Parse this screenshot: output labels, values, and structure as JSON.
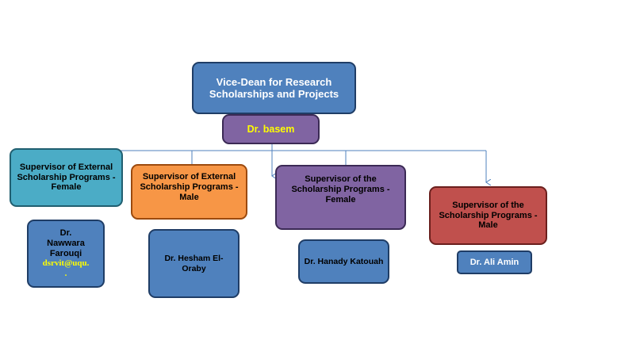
{
  "org_chart": {
    "vice_dean": {
      "title": "Vice-Dean for Research Scholarships and Projects",
      "name": "Dr. basem"
    },
    "supervisors": [
      {
        "title": "Supervisor of External Scholarship Programs - Female",
        "name_line1": "Dr.",
        "name_line2": "Nawwara",
        "name_line3": "Farouqi",
        "email_line1": "dsrvit@uqu.",
        "email_line2": "."
      },
      {
        "title": "Supervisor of External Scholarship Programs - Male",
        "name": "Dr. Hesham El-Oraby"
      },
      {
        "title": "Supervisor of the Scholarship Programs - Female",
        "name": "Dr. Hanady Katouah"
      },
      {
        "title": "Supervisor of the Scholarship Programs - Male",
        "name": "Dr. Ali Amin"
      }
    ]
  },
  "colors": {
    "top": "#4f81bd",
    "vice_dean_name": "#8064a2",
    "ext_female": "#4bacc6",
    "ext_male": "#f79646",
    "sch_female": "#8064a2",
    "sch_male": "#c0504d",
    "names": "#4f81bd",
    "connector": "#4f81bd"
  }
}
